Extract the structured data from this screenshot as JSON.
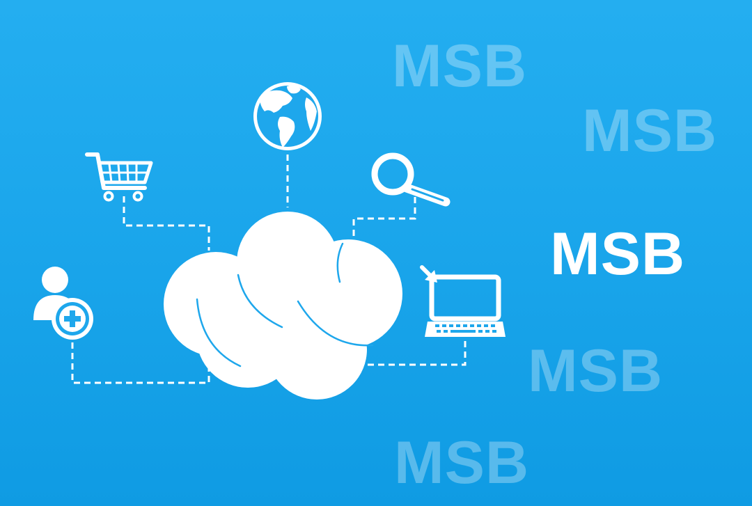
{
  "labels": [
    {
      "text": "MSB",
      "style": "faded"
    },
    {
      "text": "MSB",
      "style": "faded"
    },
    {
      "text": "MSB",
      "style": "solid"
    },
    {
      "text": "MSB",
      "style": "faded"
    },
    {
      "text": "MSB",
      "style": "faded"
    }
  ],
  "icons": {
    "globe": "globe-icon",
    "cart": "shopping-cart-icon",
    "search": "magnifier-icon",
    "laptop": "laptop-icon",
    "user": "add-user-icon",
    "cloud": "cloud-icon"
  },
  "colors": {
    "background_top": "#24aef0",
    "background_bottom": "#0f9be3",
    "foreground": "#ffffff",
    "faded_text": "rgba(255,255,255,0.30)"
  }
}
